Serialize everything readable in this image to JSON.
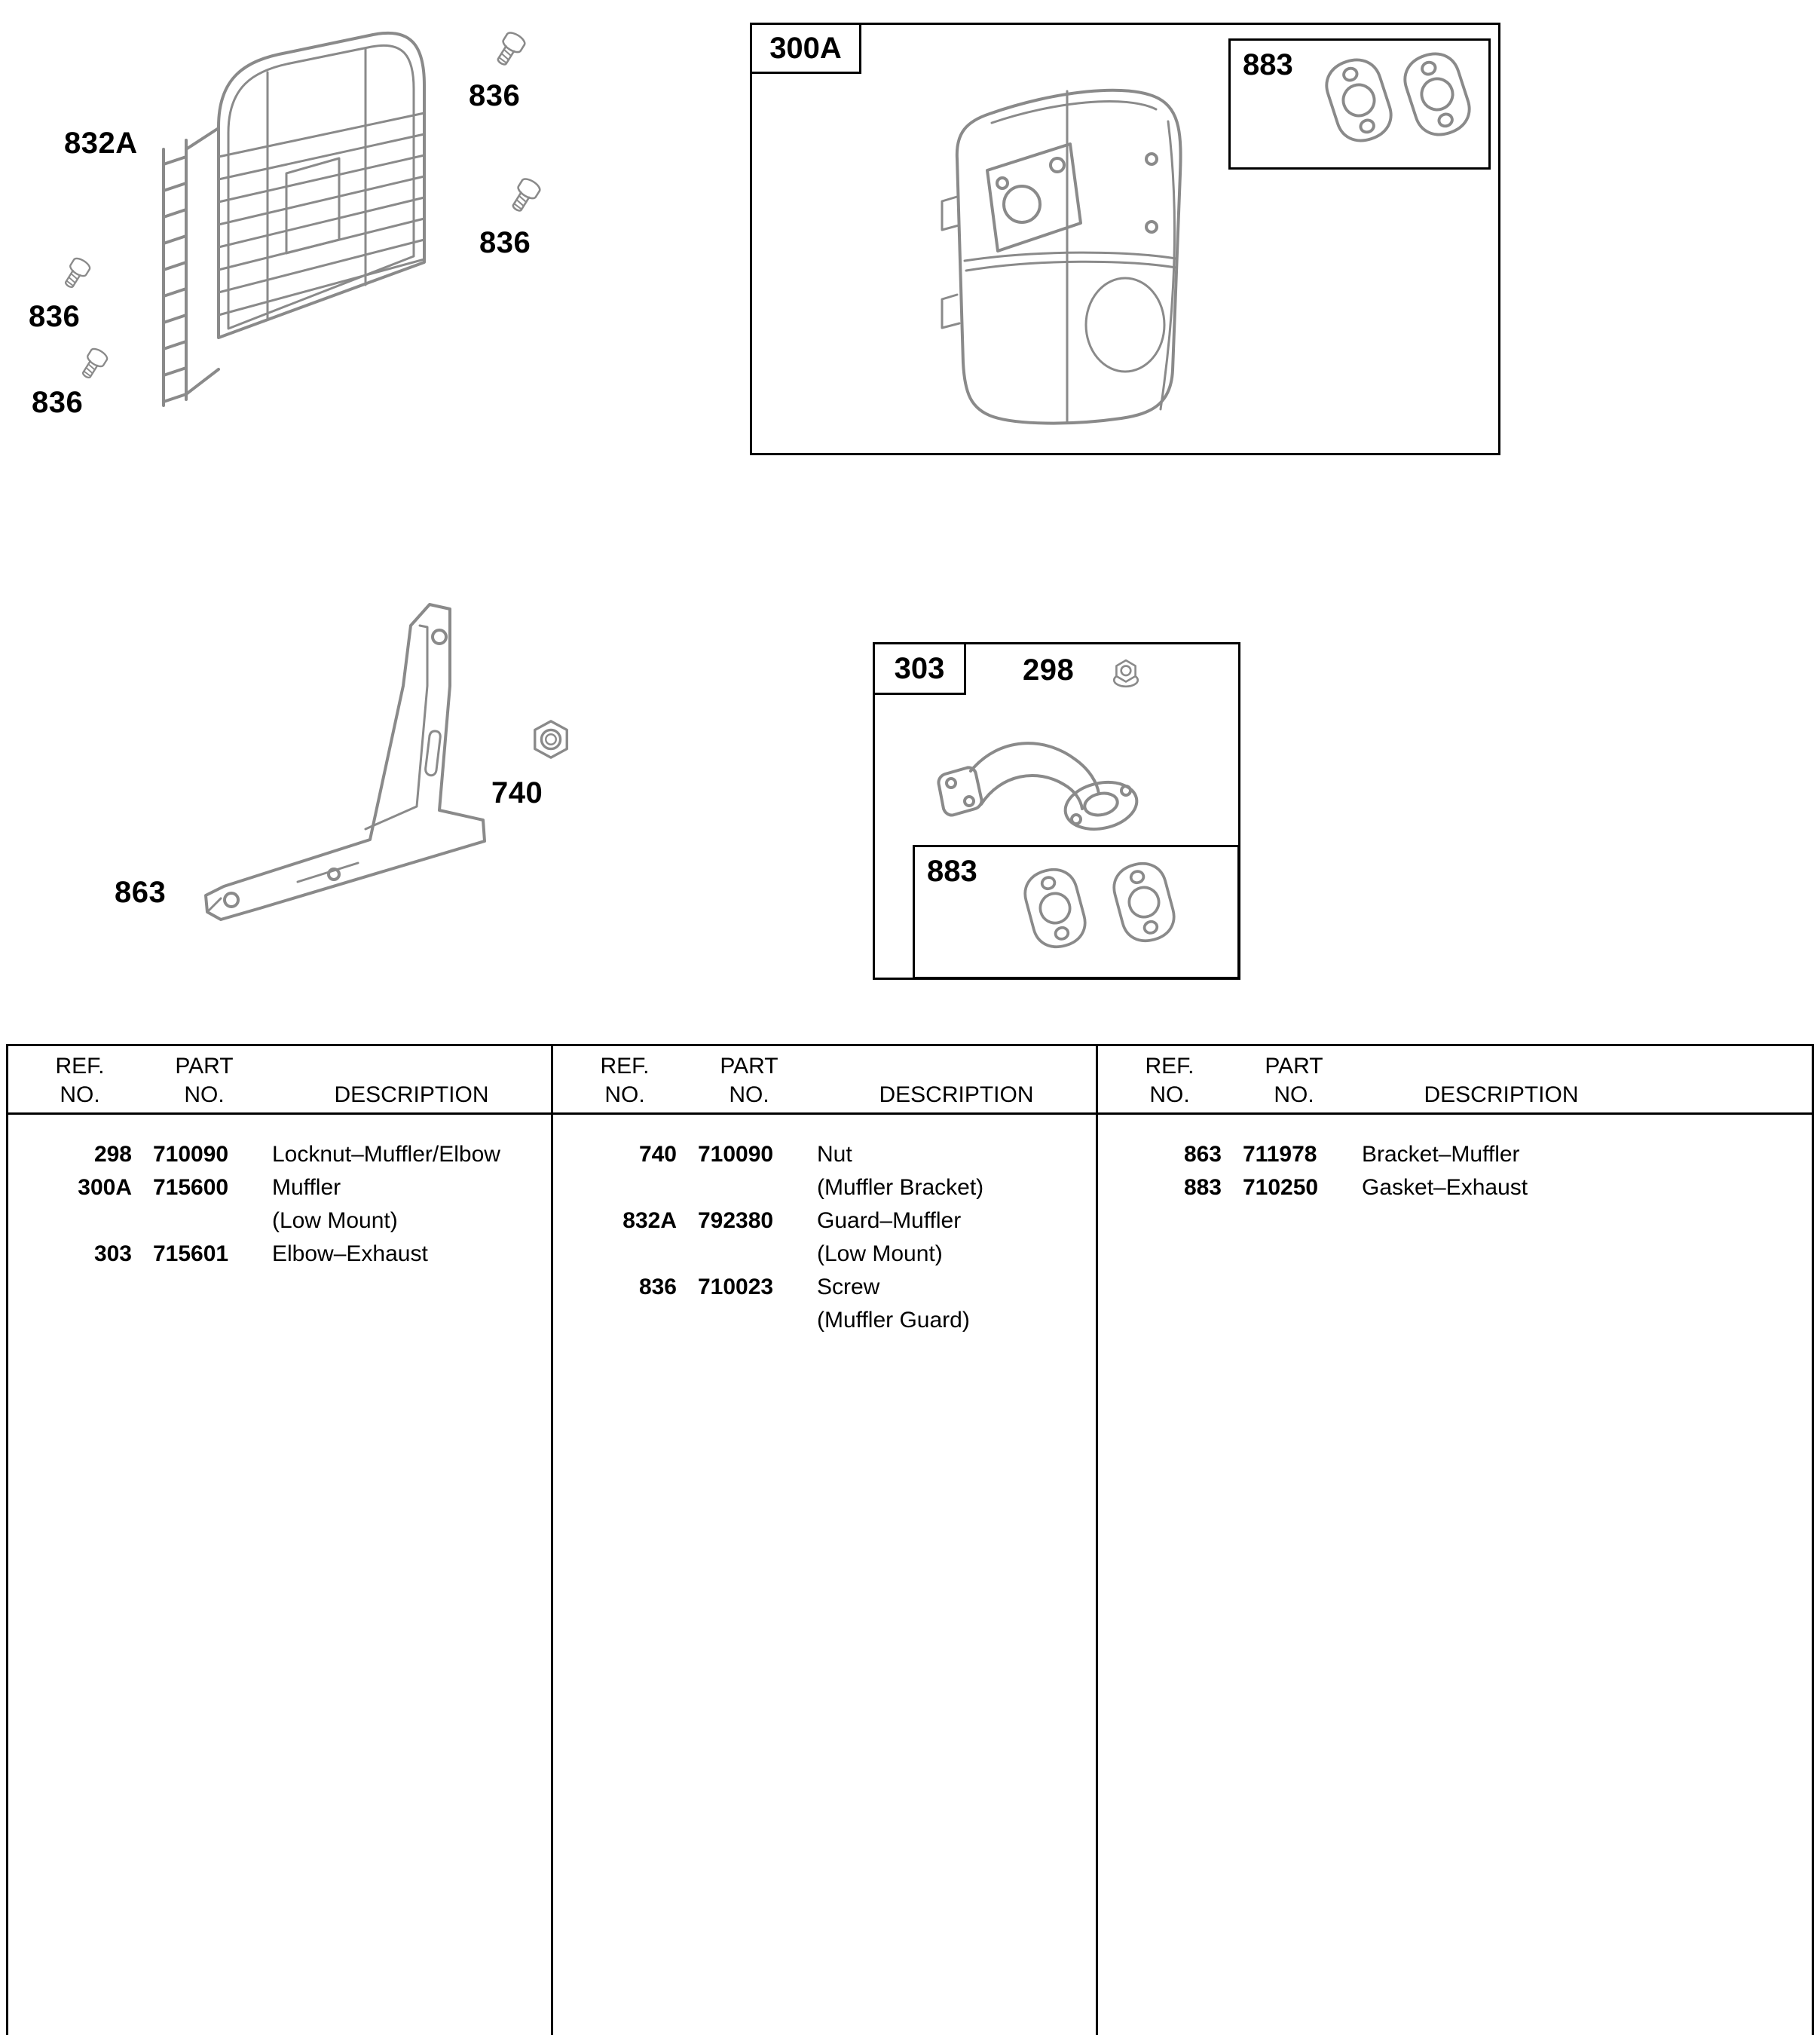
{
  "diagram": {
    "labels": {
      "guard": "832A",
      "screw": "836",
      "muffler_box": "300A",
      "gasket_box": "883",
      "elbow_box": "303",
      "locknut": "298",
      "nut": "740",
      "bracket": "863"
    }
  },
  "table": {
    "header": {
      "ref1": "REF.",
      "ref2": "NO.",
      "part1": "PART",
      "part2": "NO.",
      "desc": "DESCRIPTION"
    },
    "col1": {
      "rows": [
        {
          "ref": "298",
          "part": "710090",
          "desc": "Locknut–Muffler/Elbow"
        },
        {
          "ref": "300A",
          "part": "715600",
          "desc": "Muffler"
        },
        {
          "ref": "",
          "part": "",
          "desc": "(Low Mount)"
        },
        {
          "ref": "303",
          "part": "715601",
          "desc": "Elbow–Exhaust"
        }
      ]
    },
    "col2": {
      "rows": [
        {
          "ref": "740",
          "part": "710090",
          "desc": "Nut"
        },
        {
          "ref": "",
          "part": "",
          "desc": "(Muffler Bracket)"
        },
        {
          "ref": "832A",
          "part": "792380",
          "desc": "Guard–Muffler"
        },
        {
          "ref": "",
          "part": "",
          "desc": "(Low Mount)"
        },
        {
          "ref": "836",
          "part": "710023",
          "desc": "Screw"
        },
        {
          "ref": "",
          "part": "",
          "desc": "(Muffler Guard)"
        }
      ]
    },
    "col3": {
      "rows": [
        {
          "ref": "863",
          "part": "711978",
          "desc": "Bracket–Muffler"
        },
        {
          "ref": "883",
          "part": "710250",
          "desc": "Gasket–Exhaust"
        }
      ]
    }
  }
}
